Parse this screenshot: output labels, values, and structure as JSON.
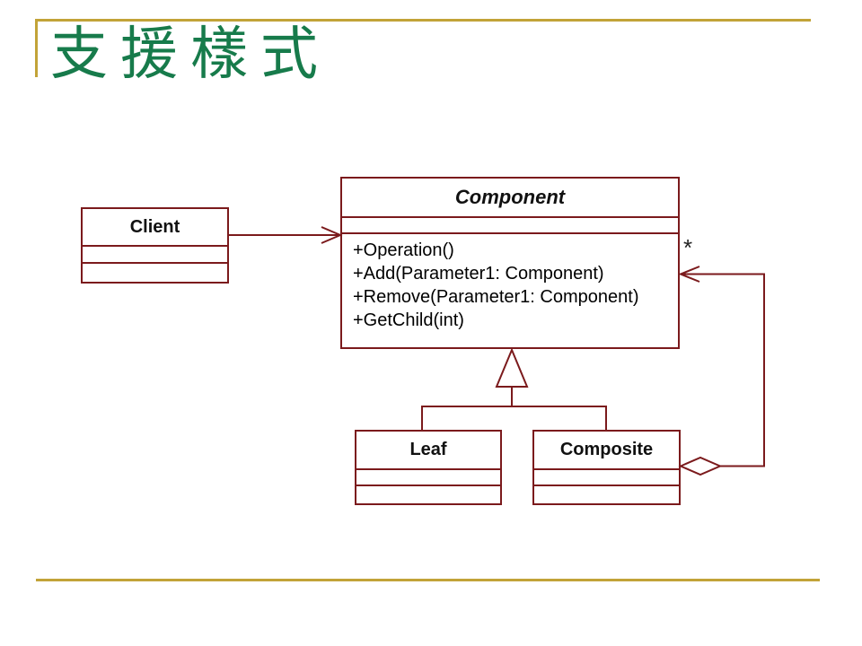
{
  "slide": {
    "title": "支援樣式"
  },
  "colors": {
    "accent_gold": "#c2a338",
    "title_green": "#177b4b",
    "diagram_maroon": "#7b1a1c",
    "text_black": "#111111"
  },
  "diagram": {
    "client": {
      "name": "Client"
    },
    "component": {
      "name": "Component",
      "methods": [
        "+Operation()",
        "+Add(Parameter1: Component)",
        "+Remove(Parameter1: Component)",
        "+GetChild(int)"
      ]
    },
    "leaf": {
      "name": "Leaf"
    },
    "composite": {
      "name": "Composite"
    },
    "aggregation_multiplicity": "*"
  }
}
